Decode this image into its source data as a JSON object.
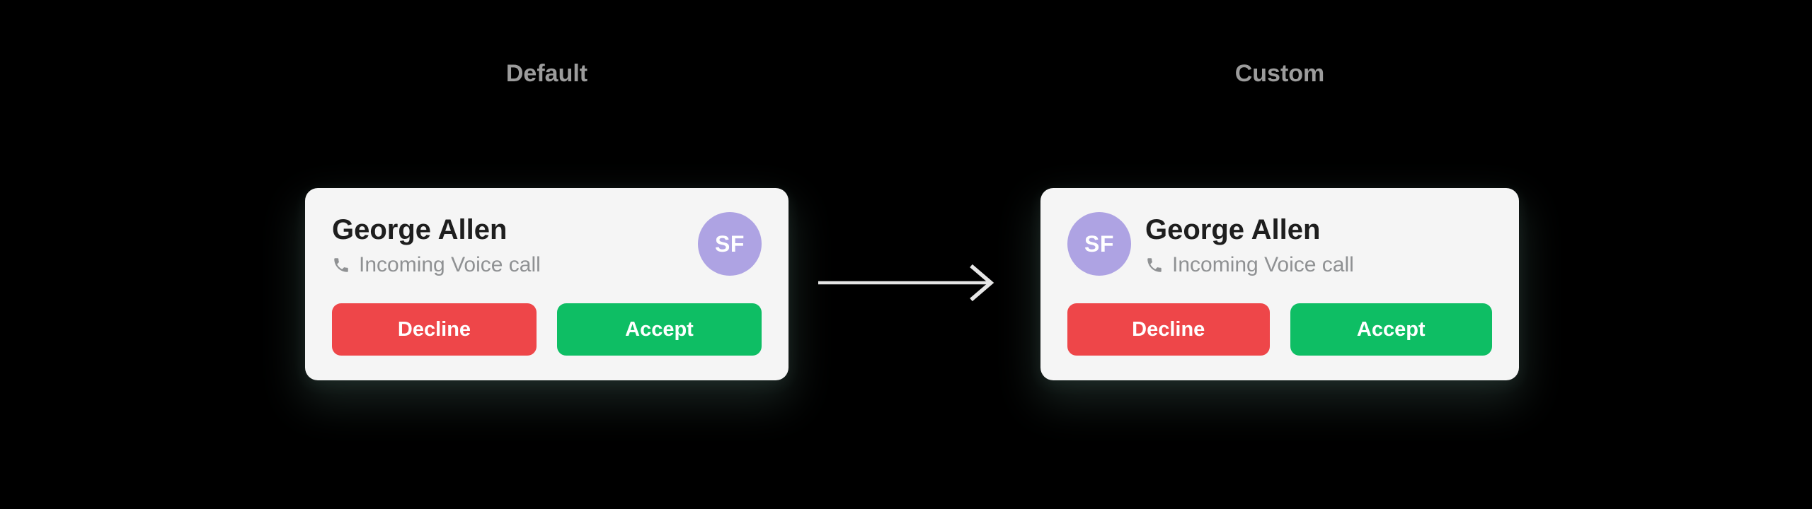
{
  "colors": {
    "background": "#000000",
    "card_bg": "#f5f5f5",
    "section_label": "#9c9c9c",
    "caller_name": "#1e1e1e",
    "call_status": "#8f9193",
    "avatar_bg": "#aea3e3",
    "avatar_text": "#ffffff",
    "decline_bg": "#ee4649",
    "accept_bg": "#0ebe64",
    "button_text": "#ffffff",
    "arrow": "#e6e6e6"
  },
  "panels": [
    {
      "label": "Default",
      "card": {
        "caller_name": "George Allen",
        "status": "Incoming Voice call",
        "avatar_initials": "SF",
        "buttons": {
          "decline": "Decline",
          "accept": "Accept"
        }
      }
    },
    {
      "label": "Custom",
      "card": {
        "caller_name": "George Allen",
        "status": "Incoming Voice call",
        "avatar_initials": "SF",
        "buttons": {
          "decline": "Decline",
          "accept": "Accept"
        }
      }
    }
  ],
  "icons": {
    "phone": "phone-receiver-icon",
    "arrow": "arrow-right-icon"
  }
}
